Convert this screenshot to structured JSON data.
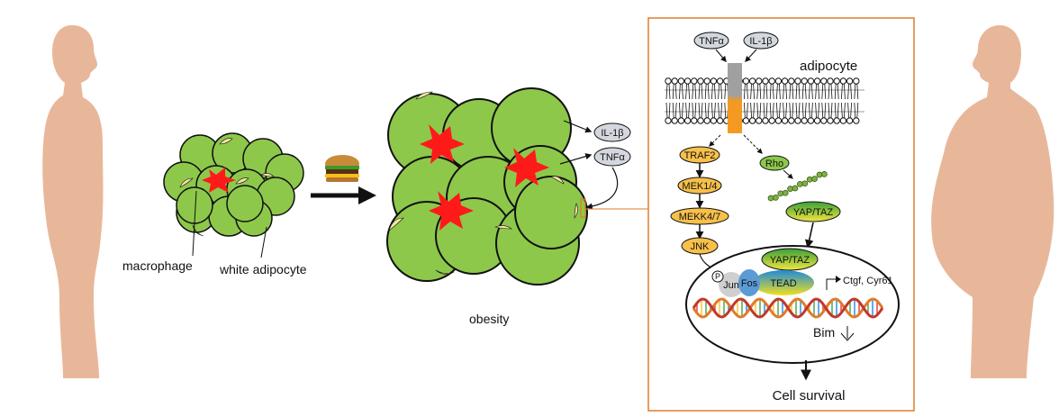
{
  "labels": {
    "macrophage": "macrophage",
    "white_adipocyte": "white adipocyte",
    "obesity": "obesity",
    "adipocyte": "adipocyte",
    "cell_survival": "Cell survival",
    "il1b": "IL-1β",
    "tnfa": "TNFα"
  },
  "pathway": {
    "left": [
      "TRAF2",
      "MEK1/4",
      "MEKK4/7",
      "JNK"
    ],
    "rho": "Rho",
    "yap_taz": "YAP/TAZ",
    "nucleus": {
      "yap_taz": "YAP/TAZ",
      "jun": "Jun",
      "fos": "Fos",
      "tead": "TEAD",
      "targets": "Ctgf, Cyr61",
      "bim": "Bim",
      "phospho": "P"
    }
  },
  "colors": {
    "cell_green": "#8dc84b",
    "macrophage_red": "#ff1a1a",
    "box_border": "#e07b2a",
    "kinase_fill": "#f7c04a",
    "receptor_grey": "#a0a0a0",
    "receptor_orange": "#f49a22",
    "silhouette": "#e8b79a"
  }
}
